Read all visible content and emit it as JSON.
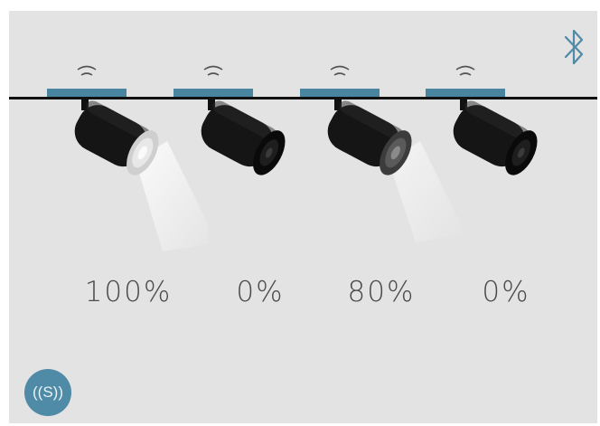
{
  "colors": {
    "accent": "#4f8aa6",
    "track": "#111111",
    "panel": "#e3e3e3",
    "lamp_body": "#151515"
  },
  "icons": {
    "bluetooth": "bluetooth-icon",
    "signal": "wifi-signal-icon",
    "scene": "scene-s-icon"
  },
  "lights": [
    {
      "level": 100,
      "label": "100%",
      "lit": true
    },
    {
      "level": 0,
      "label": "0%",
      "lit": false
    },
    {
      "level": 80,
      "label": "80%",
      "lit": true
    },
    {
      "level": 0,
      "label": "0%",
      "lit": false
    }
  ],
  "scene_button": {
    "label": "((S))"
  }
}
